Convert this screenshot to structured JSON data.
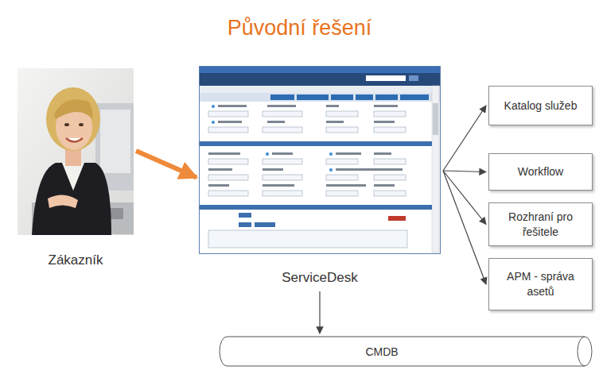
{
  "diagram": {
    "title": "Původní řešení",
    "nodes": [
      {
        "text": [
          "Zákazník"
        ]
      },
      {
        "text": [
          "ServiceDesk"
        ]
      },
      {
        "text": [
          "Katalog služeb"
        ]
      },
      {
        "text": [
          "Workflow"
        ]
      },
      {
        "text": [
          "Rozhraní pro řešitele"
        ]
      },
      {
        "text": [
          "APM - správa asetů"
        ]
      },
      {
        "text": [
          "CMDB"
        ]
      }
    ],
    "edges": [
      {
        "from": 0,
        "to": 1,
        "arrow": "to"
      },
      {
        "from": 1,
        "to": 2,
        "arrow": "to"
      },
      {
        "from": 1,
        "to": 3,
        "arrow": "to"
      },
      {
        "from": 1,
        "to": 4,
        "arrow": "to"
      },
      {
        "from": 1,
        "to": 5,
        "arrow": "to"
      },
      {
        "from": 1,
        "to": 6,
        "arrow": "to"
      }
    ]
  }
}
